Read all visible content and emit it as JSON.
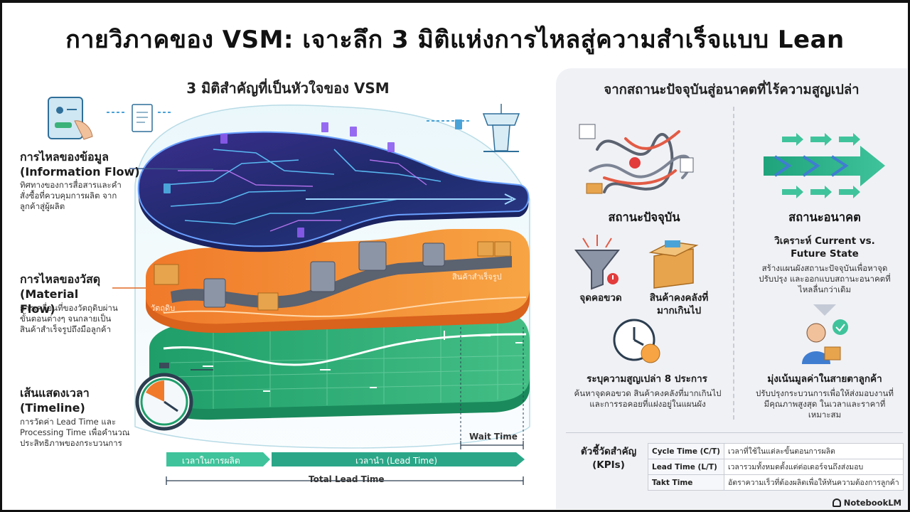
{
  "title": "กายวิภาคของ VSM: เจาะลึก 3 มิติแห่งการไหลสู่ความสำเร็จแบบ Lean",
  "left": {
    "heading": "3 มิติสำคัญที่เป็นหัวใจของ VSM",
    "information_flow": {
      "title": "การไหลของข้อมูล (Information Flow)",
      "desc": "ทิศทางของการสื่อสารและคำสั่งซื้อที่ควบคุมการผลิต จากลูกค้าสู่ผู้ผลิต"
    },
    "material_flow": {
      "title": "การไหลของวัสดุ (Material Flow)",
      "desc": "การเคลื่อนที่ของวัตถุดิบผ่านขั้นตอนต่างๆ จนกลายเป็นสินค้าสำเร็จรูปถึงมือลูกค้า",
      "start_label": "วัตถุดิบ",
      "end_label": "สินค้าสำเร็จรูป"
    },
    "timeline": {
      "title": "เส้นแสดงเวลา (Timeline)",
      "desc": "การวัดค่า Lead Time และ Processing Time เพื่อคำนวณประสิทธิภาพของกระบวนการ"
    },
    "time_bar": {
      "wait_time": "Wait Time",
      "processing": "เวลาในการผลิต",
      "lead_time": "เวลานำ (Lead Time)",
      "total": "Total Lead Time"
    }
  },
  "right": {
    "heading": "จากสถานะปัจจุบันสู่อนาคตที่ไร้ความสูญเปล่า",
    "current": {
      "title": "สถานะปัจจุบัน",
      "bottleneck": "จุดคอขวด",
      "inventory": "สินค้าคงคลังที่มากเกินไป",
      "waste_title": "ระบุความสูญเปล่า 8 ประการ",
      "waste_desc": "ค้นหาจุดคอขวด สินค้าคงคลังที่มากเกินไป และการรอคอยที่แฝงอยู่ในแผนผัง"
    },
    "future": {
      "title": "สถานะอนาคต",
      "analyze_title": "วิเคราะห์ Current vs. Future State",
      "analyze_desc": "สร้างแผนผังสถานะปัจจุบันเพื่อหาจุดปรับปรุง และออกแบบสถานะอนาคตที่ไหลลื่นกว่าเดิม",
      "value_title": "มุ่งเน้นมูลค่าในสายตาลูกค้า",
      "value_desc": "ปรับปรุงกระบวนการเพื่อให้ส่งมอบงานที่มีคุณภาพสูงสุด ในเวลาและราคาที่เหมาะสม"
    },
    "kpi": {
      "label": "ตัวชี้วัดสำคัญ (KPIs)",
      "rows": [
        {
          "name": "Cycle Time (C/T)",
          "desc": "เวลาที่ใช้ในแต่ละขั้นตอนการผลิต"
        },
        {
          "name": "Lead Time (L/T)",
          "desc": "เวลารวมทั้งหมดตั้งแต่ต่อเดอร์จนถึงส่งมอบ"
        },
        {
          "name": "Takt Time",
          "desc": "อัตราความเร็วที่ต้องผลิตเพื่อให้ทันความต้องการลูกค้า"
        }
      ]
    }
  },
  "brand": "NotebookLM"
}
